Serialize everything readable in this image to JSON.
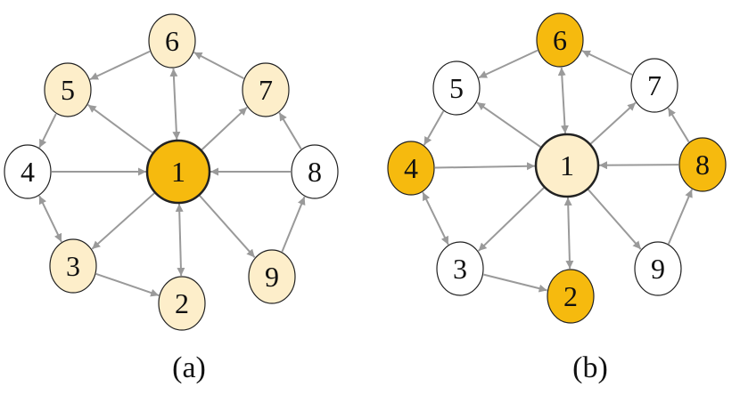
{
  "colors": {
    "edge": "#9a9a9a",
    "outline": "#222222",
    "none": "#ffffff",
    "light": "#fdeeca",
    "highlight": "#f6ba0e"
  },
  "panels": [
    {
      "caption": "(a)",
      "nodes": [
        {
          "id": "1",
          "state": "highlight"
        },
        {
          "id": "2",
          "state": "light"
        },
        {
          "id": "3",
          "state": "light"
        },
        {
          "id": "4",
          "state": "none"
        },
        {
          "id": "5",
          "state": "light"
        },
        {
          "id": "6",
          "state": "light"
        },
        {
          "id": "7",
          "state": "light"
        },
        {
          "id": "8",
          "state": "none"
        },
        {
          "id": "9",
          "state": "light"
        }
      ]
    },
    {
      "caption": "(b)",
      "nodes": [
        {
          "id": "1",
          "state": "light"
        },
        {
          "id": "2",
          "state": "highlight"
        },
        {
          "id": "3",
          "state": "none"
        },
        {
          "id": "4",
          "state": "highlight"
        },
        {
          "id": "5",
          "state": "none"
        },
        {
          "id": "6",
          "state": "highlight"
        },
        {
          "id": "7",
          "state": "none"
        },
        {
          "id": "8",
          "state": "highlight"
        },
        {
          "id": "9",
          "state": "none"
        }
      ]
    }
  ],
  "edges": [
    {
      "from": "1",
      "to": "6",
      "bidirectional": true
    },
    {
      "from": "1",
      "to": "7"
    },
    {
      "from": "1",
      "to": "5"
    },
    {
      "from": "1",
      "to": "3"
    },
    {
      "from": "1",
      "to": "9"
    },
    {
      "from": "1",
      "to": "2",
      "bidirectional": true
    },
    {
      "from": "4",
      "to": "1"
    },
    {
      "from": "8",
      "to": "1"
    },
    {
      "from": "6",
      "to": "5"
    },
    {
      "from": "7",
      "to": "6"
    },
    {
      "from": "5",
      "to": "4"
    },
    {
      "from": "4",
      "to": "3",
      "bidirectional": true
    },
    {
      "from": "3",
      "to": "2"
    },
    {
      "from": "9",
      "to": "8"
    },
    {
      "from": "8",
      "to": "7"
    }
  ]
}
